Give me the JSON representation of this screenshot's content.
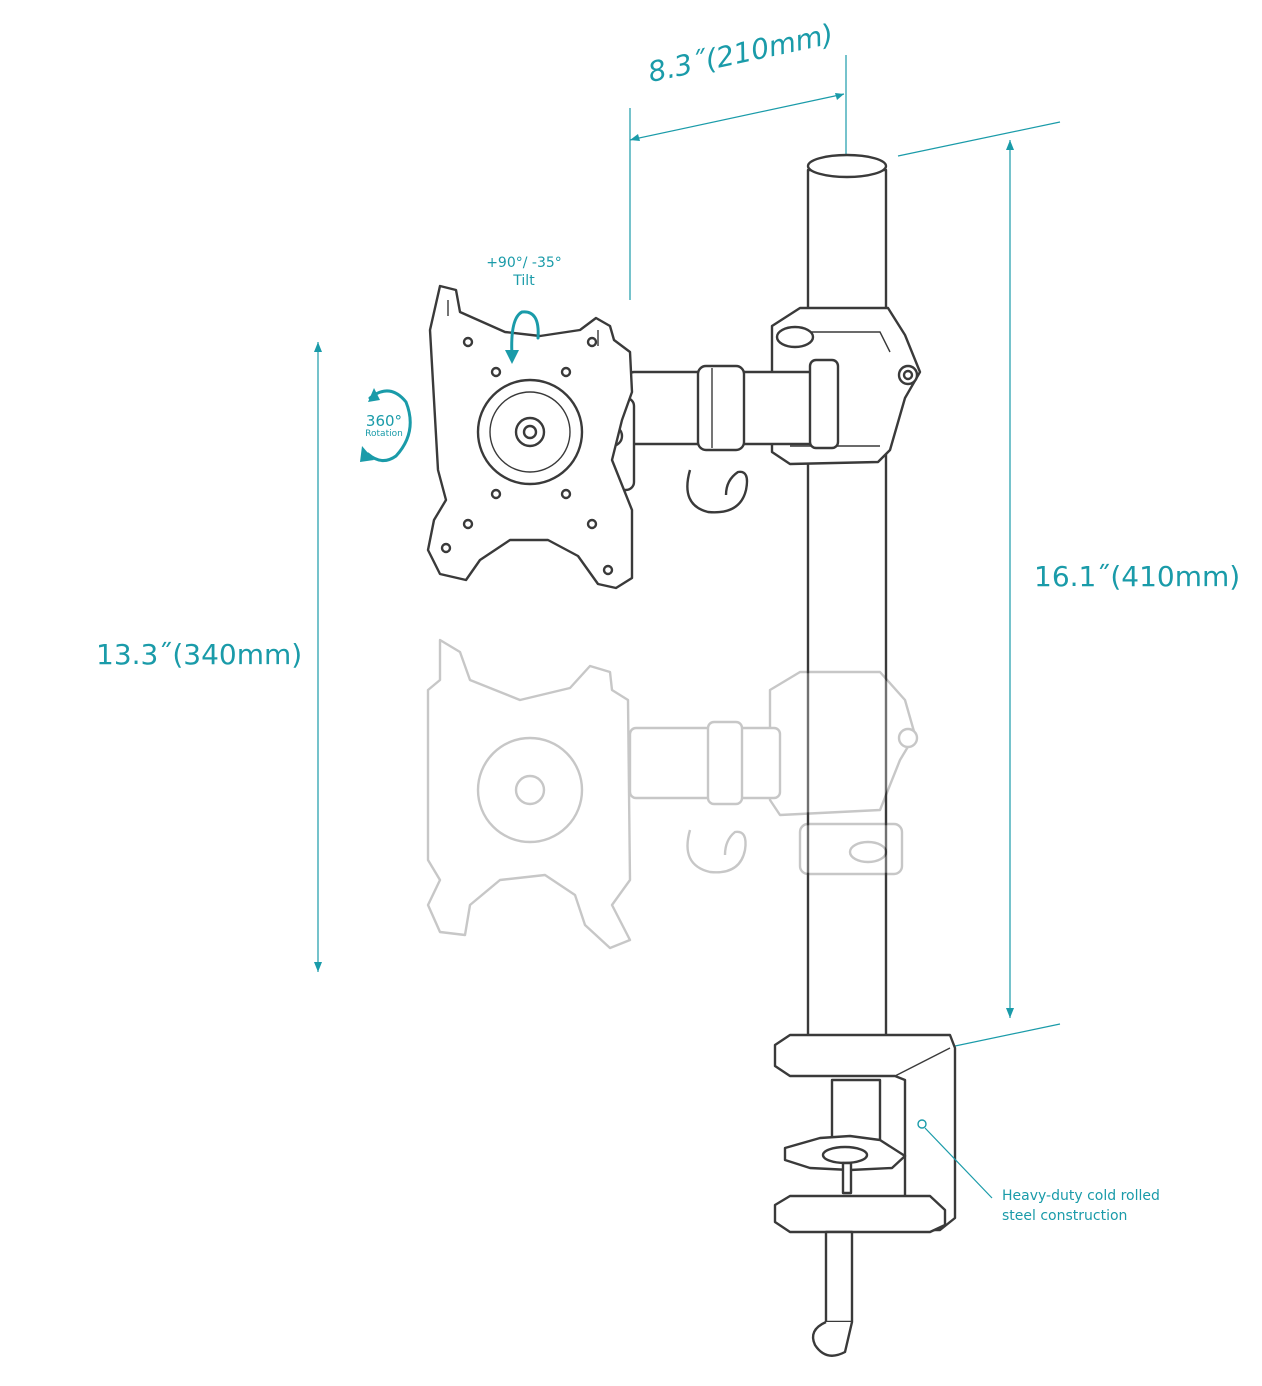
{
  "dimensions": {
    "arm_length": "8.3˝(210mm)",
    "pole_height": "16.1˝(410mm)",
    "height_adjust": "13.3˝(340mm)"
  },
  "tilt": {
    "range": "+90°/ -35°",
    "label": "Tilt"
  },
  "rotation": {
    "value": "360°",
    "label": "Rotation"
  },
  "note": {
    "line1": "Heavy-duty cold rolled",
    "line2": "steel construction"
  },
  "colors": {
    "accent": "#1a9ba9",
    "line": "#3a3a3a"
  }
}
